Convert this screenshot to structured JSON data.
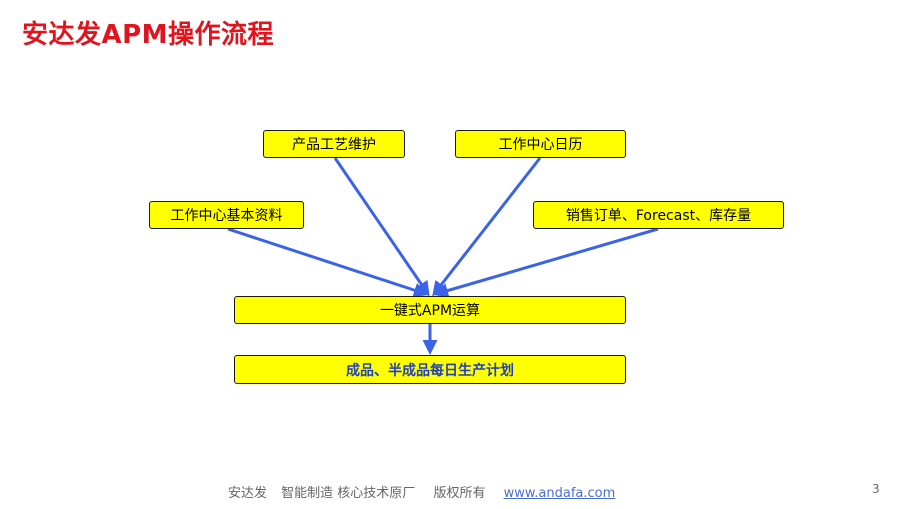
{
  "slide": {
    "title": "安达发APM操作流程",
    "page_number": "3"
  },
  "flow": {
    "inputs": {
      "product_process": "产品工艺维护",
      "work_center_calendar": "工作中心日历",
      "work_center_master": "工作中心基本资料",
      "sales_forecast_inventory": "销售订单、Forecast、库存量"
    },
    "process": "一键式APM运算",
    "output": "成品、半成品每日生产计划"
  },
  "colors": {
    "title": "#e0141e",
    "box_fill": "#ffff00",
    "arrow": "#3a63e8",
    "output_text": "#1f3fbf"
  },
  "footer": {
    "company": "安达发",
    "slogan": "智能制造 核心技术原厂",
    "rights": "版权所有",
    "website": "www.andafa.com"
  }
}
